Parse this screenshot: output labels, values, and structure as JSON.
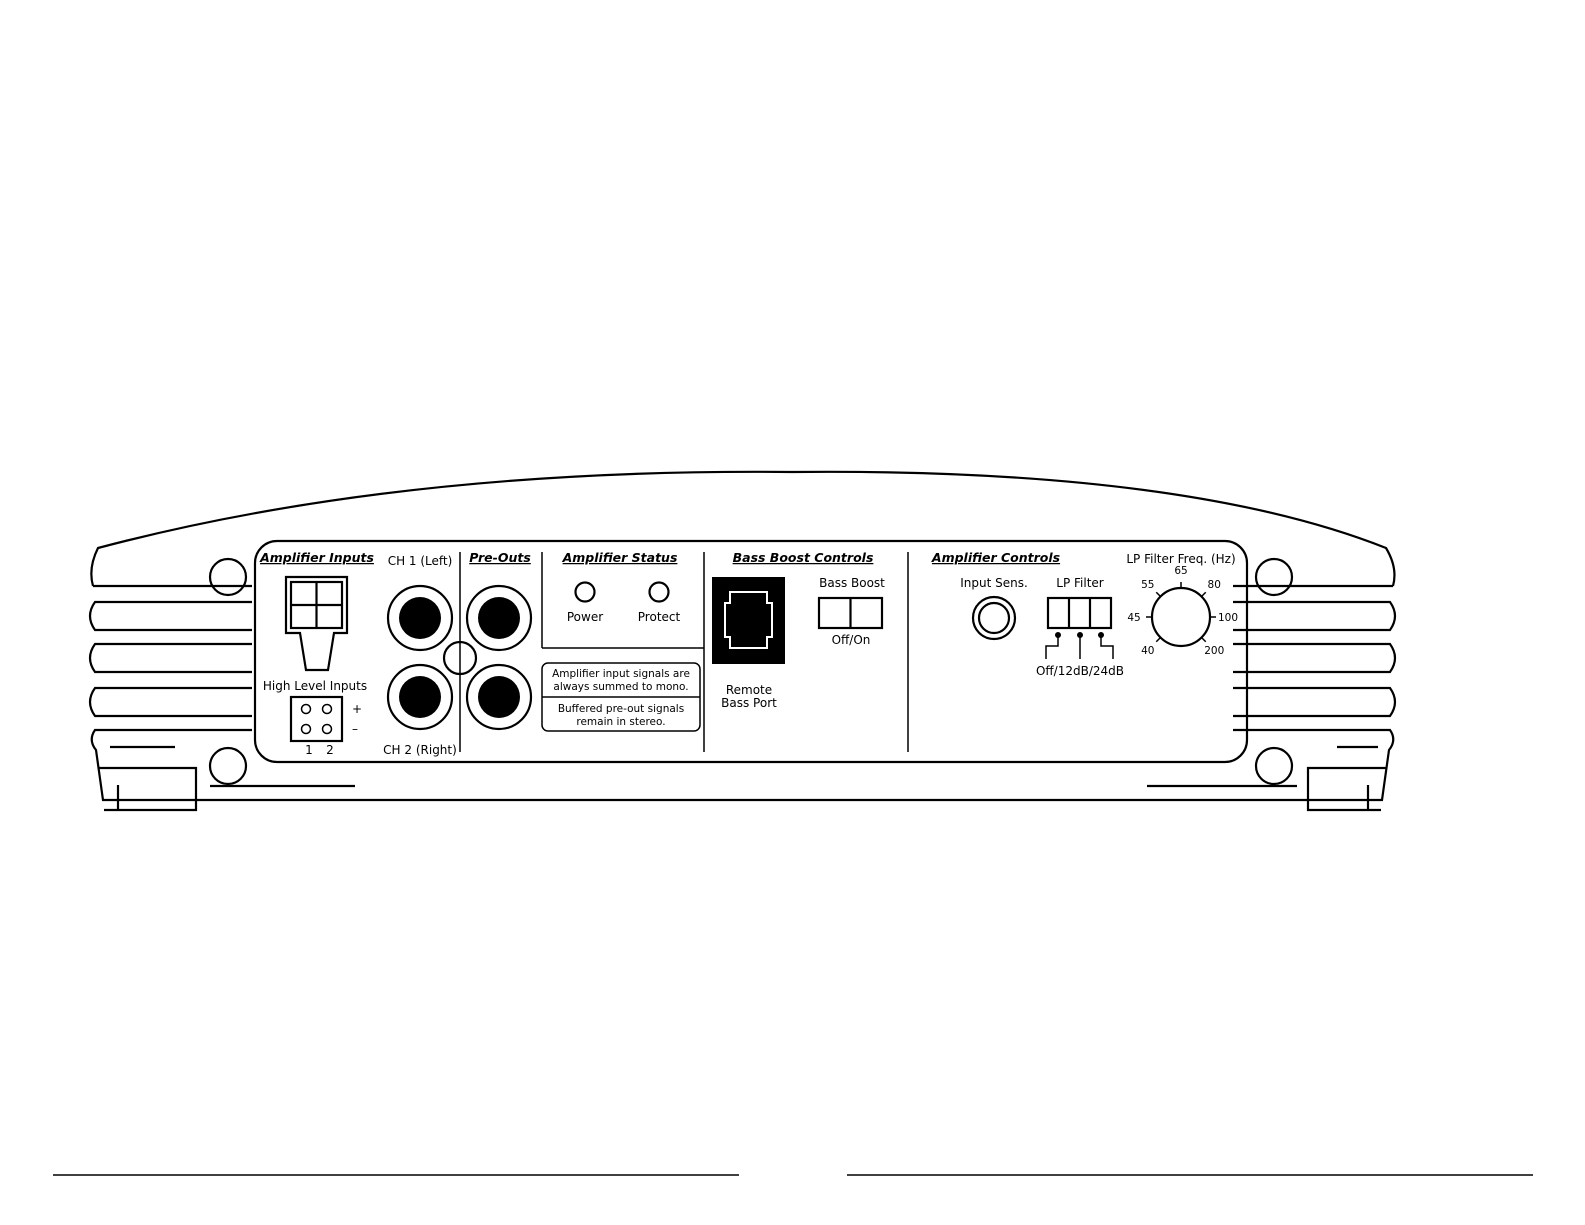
{
  "sections": {
    "amplifier_inputs": "Amplifier Inputs",
    "pre_outs": "Pre-Outs",
    "amplifier_status": "Amplifier Status",
    "bass_boost_controls": "Bass Boost Controls",
    "amplifier_controls": "Amplifier Controls"
  },
  "labels": {
    "high_level_inputs": "High Level Inputs",
    "terminal_plus": "+",
    "terminal_minus": "–",
    "terminal_1": "1",
    "terminal_2": "2",
    "ch1": "CH 1 (Left)",
    "ch2": "CH 2 (Right)",
    "power": "Power",
    "protect": "Protect",
    "remote_line1": "Remote",
    "remote_line2": "Bass Port",
    "bass_boost": "Bass Boost",
    "bass_boost_switch": "Off/On",
    "input_sens": "Input Sens.",
    "lp_filter": "LP Filter",
    "lp_filter_switch": "Off/12dB/24dB",
    "lp_freq": "LP Filter Freq. (Hz)"
  },
  "notes": {
    "line1": "Amplifier input signals are",
    "line2": "always summed to mono.",
    "line3": "Buffered pre-out signals",
    "line4": "remain in stereo."
  },
  "dial_ticks": [
    {
      "value": "40"
    },
    {
      "value": "45"
    },
    {
      "value": "55"
    },
    {
      "value": "65"
    },
    {
      "value": "80"
    },
    {
      "value": "100"
    },
    {
      "value": "200"
    }
  ]
}
